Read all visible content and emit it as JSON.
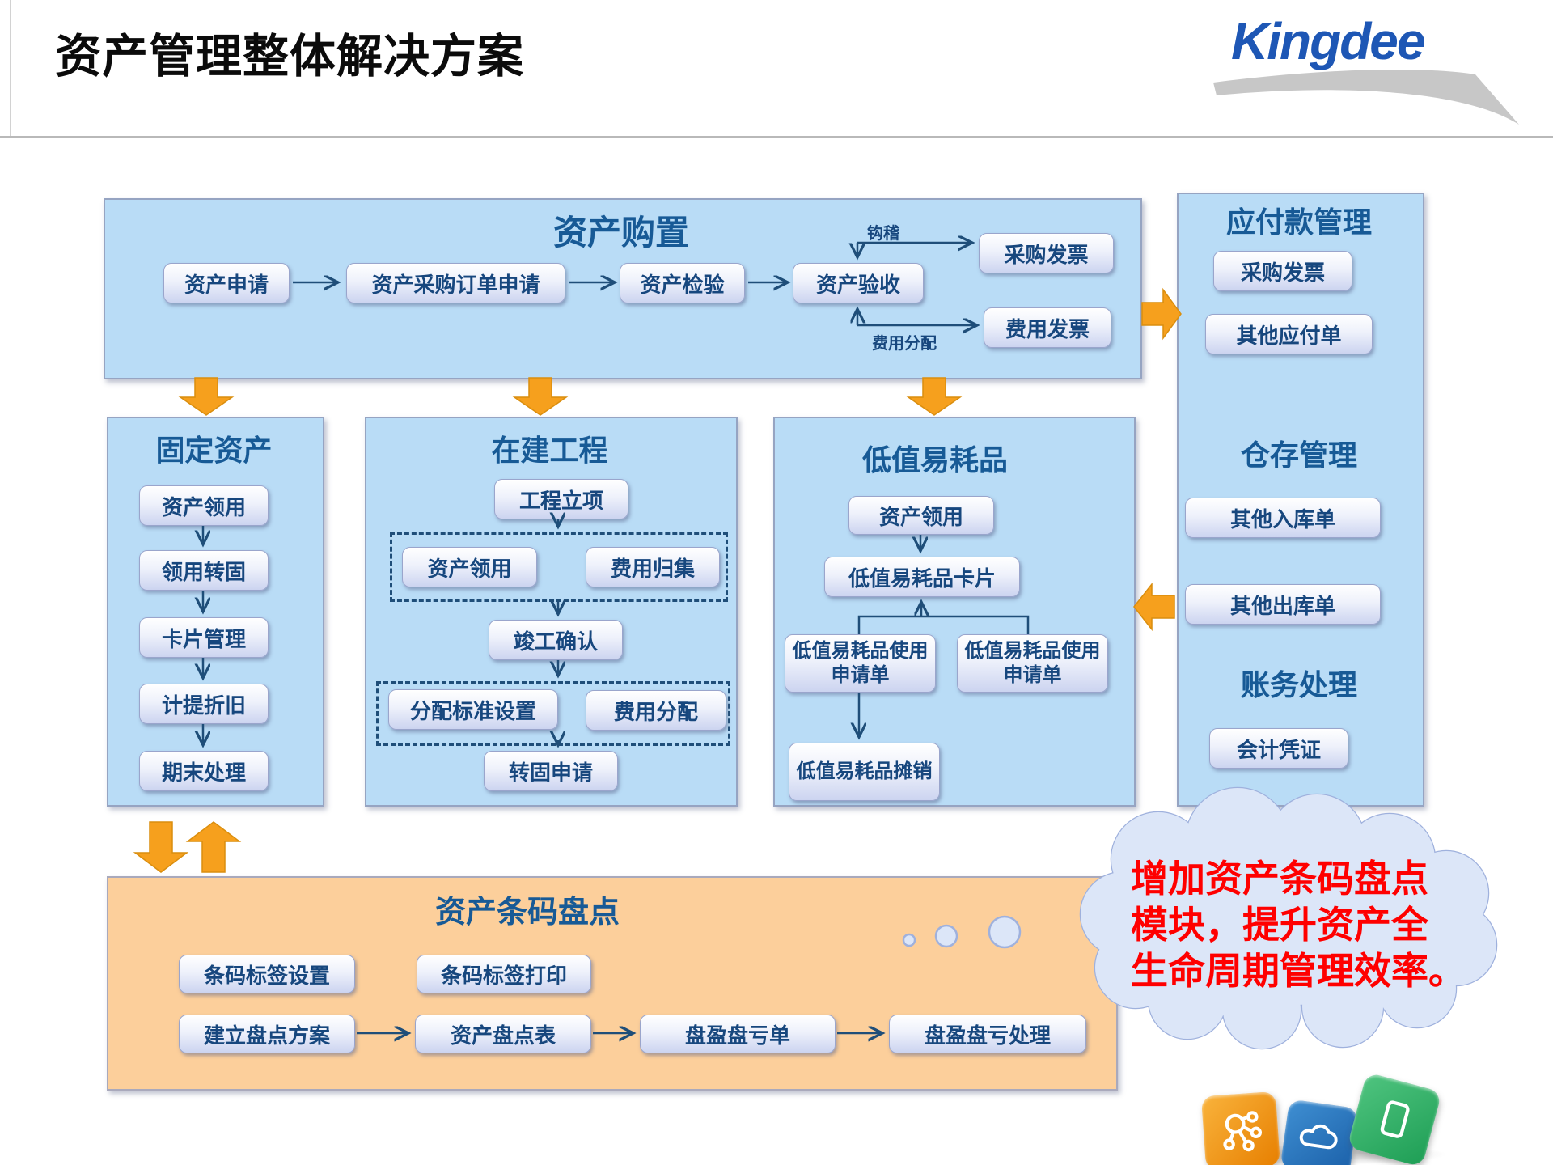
{
  "header": {
    "title": "资产管理整体解决方案",
    "logo": "Kingdee"
  },
  "colors": {
    "panel_fill": "#b9dcf6",
    "panel_border": "#96a4c2",
    "node_text": "#17477e",
    "panel_title": "#175a96",
    "orange_arrow": "#f6a01d",
    "flow_arrow": "#1f4e79",
    "barcode_panel_fill": "#fccf9b",
    "callout_text": "#ff0000",
    "logo_blue": "#1e57b5"
  },
  "asset_purchase": {
    "title": "资产购置",
    "steps": [
      "资产申请",
      "资产采购订单申请",
      "资产检验",
      "资产验收"
    ],
    "invoice_top": "采购发票",
    "invoice_bottom": "费用发票",
    "label_top": "钩稽",
    "label_bottom": "费用分配"
  },
  "fixed_assets": {
    "title": "固定资产",
    "steps": [
      "资产领用",
      "领用转固",
      "卡片管理",
      "计提折旧",
      "期末处理"
    ]
  },
  "construction": {
    "title": "在建工程",
    "start": "工程立项",
    "group1": [
      "资产领用",
      "费用归集"
    ],
    "middle": "竣工确认",
    "group2": [
      "分配标准设置",
      "费用分配"
    ],
    "end": "转固申请"
  },
  "consumables": {
    "title": "低值易耗品",
    "start": "资产领用",
    "card": "低值易耗品卡片",
    "requests": [
      "低值易耗品使用申请单",
      "低值易耗品使用申请单"
    ],
    "amortize": "低值易耗品摊销"
  },
  "payables": {
    "title": "应付款管理",
    "items": [
      "采购发票",
      "其他应付单"
    ]
  },
  "warehouse": {
    "title": "仓存管理",
    "items": [
      "其他入库单",
      "其他出库单"
    ]
  },
  "accounting": {
    "title": "账务处理",
    "items": [
      "会计凭证"
    ]
  },
  "barcode": {
    "title": "资产条码盘点",
    "setup": [
      "条码标签设置",
      "条码标签打印"
    ],
    "flow": [
      "建立盘点方案",
      "资产盘点表",
      "盘盈盘亏单",
      "盘盈盘亏处理"
    ]
  },
  "callout": {
    "lines": [
      "增加资产条码盘点",
      "模块，提升资产全",
      "生命周期管理效率。"
    ]
  },
  "footer": {
    "icons": [
      "network-icon",
      "cloud-icon",
      "tablet-icon"
    ]
  }
}
